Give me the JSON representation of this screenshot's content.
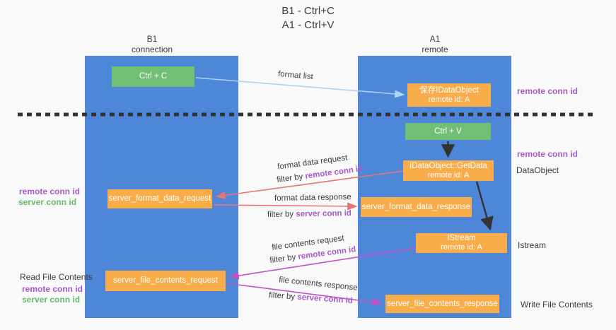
{
  "title": {
    "line1": "B1 - Ctrl+C",
    "line2": "A1 - Ctrl+V"
  },
  "lifelines": {
    "left": {
      "name": "B1",
      "role": "connection"
    },
    "right": {
      "name": "A1",
      "role": "remote"
    }
  },
  "nodes": {
    "ctrl_c": {
      "label": "Ctrl + C"
    },
    "ctrl_v": {
      "label": "Ctrl + V"
    },
    "save_dataobject": {
      "line1": "保存IDataObject",
      "line2": "remote id: A"
    },
    "getdata": {
      "line1": "IDataObject::GetData",
      "line2": "remote id: A"
    },
    "istream": {
      "line1": "IStream",
      "line2": "remote id: A"
    },
    "server_format_data_request": {
      "label": "server_format_data_request"
    },
    "server_format_data_response": {
      "label": "server_format_data_response"
    },
    "server_file_contents_request": {
      "label": "server_file_contents_request"
    },
    "server_file_contents_response": {
      "label": "server_file_contents_response"
    }
  },
  "arrow_labels": {
    "format_list": "format list",
    "format_data_request": "format data request",
    "format_data_request_filter_prefix": "filter by ",
    "format_data_request_filter_id": "remote conn id",
    "format_data_response": "format data response",
    "format_data_response_filter_prefix": "filter by ",
    "format_data_response_filter_id": "server conn id",
    "file_contents_request": "file contents request",
    "file_contents_request_filter_prefix": "filter by ",
    "file_contents_request_filter_id": "remote conn id",
    "file_contents_response": "file contents response",
    "file_contents_response_filter_prefix": "filter by ",
    "file_contents_response_filter_id": "server conn id"
  },
  "side_labels": {
    "right_remote_conn_id_top": "remote conn id",
    "right_remote_conn_id_mid": "remote conn id",
    "dataobject": "DataObject",
    "istream": "Istream",
    "write_file_contents": "Write File Contents",
    "left_remote_conn_id_top": "remote conn id",
    "left_server_conn_id_top": "server conn id",
    "read_file_contents": "Read File Contents",
    "left_remote_conn_id_bottom": "remote conn id",
    "left_server_conn_id_bottom": "server conn id"
  },
  "colors": {
    "column_blue": "#4e86d8",
    "box_green": "#71bf75",
    "box_orange": "#f9ad4a",
    "arrow_lightblue": "#a8d3f1",
    "arrow_red": "#e87474",
    "arrow_magenta": "#c353c3",
    "arrow_black": "#333333",
    "label_purple": "#a65bc8",
    "label_green": "#67b96b",
    "text_dark": "#3c3c3c"
  }
}
